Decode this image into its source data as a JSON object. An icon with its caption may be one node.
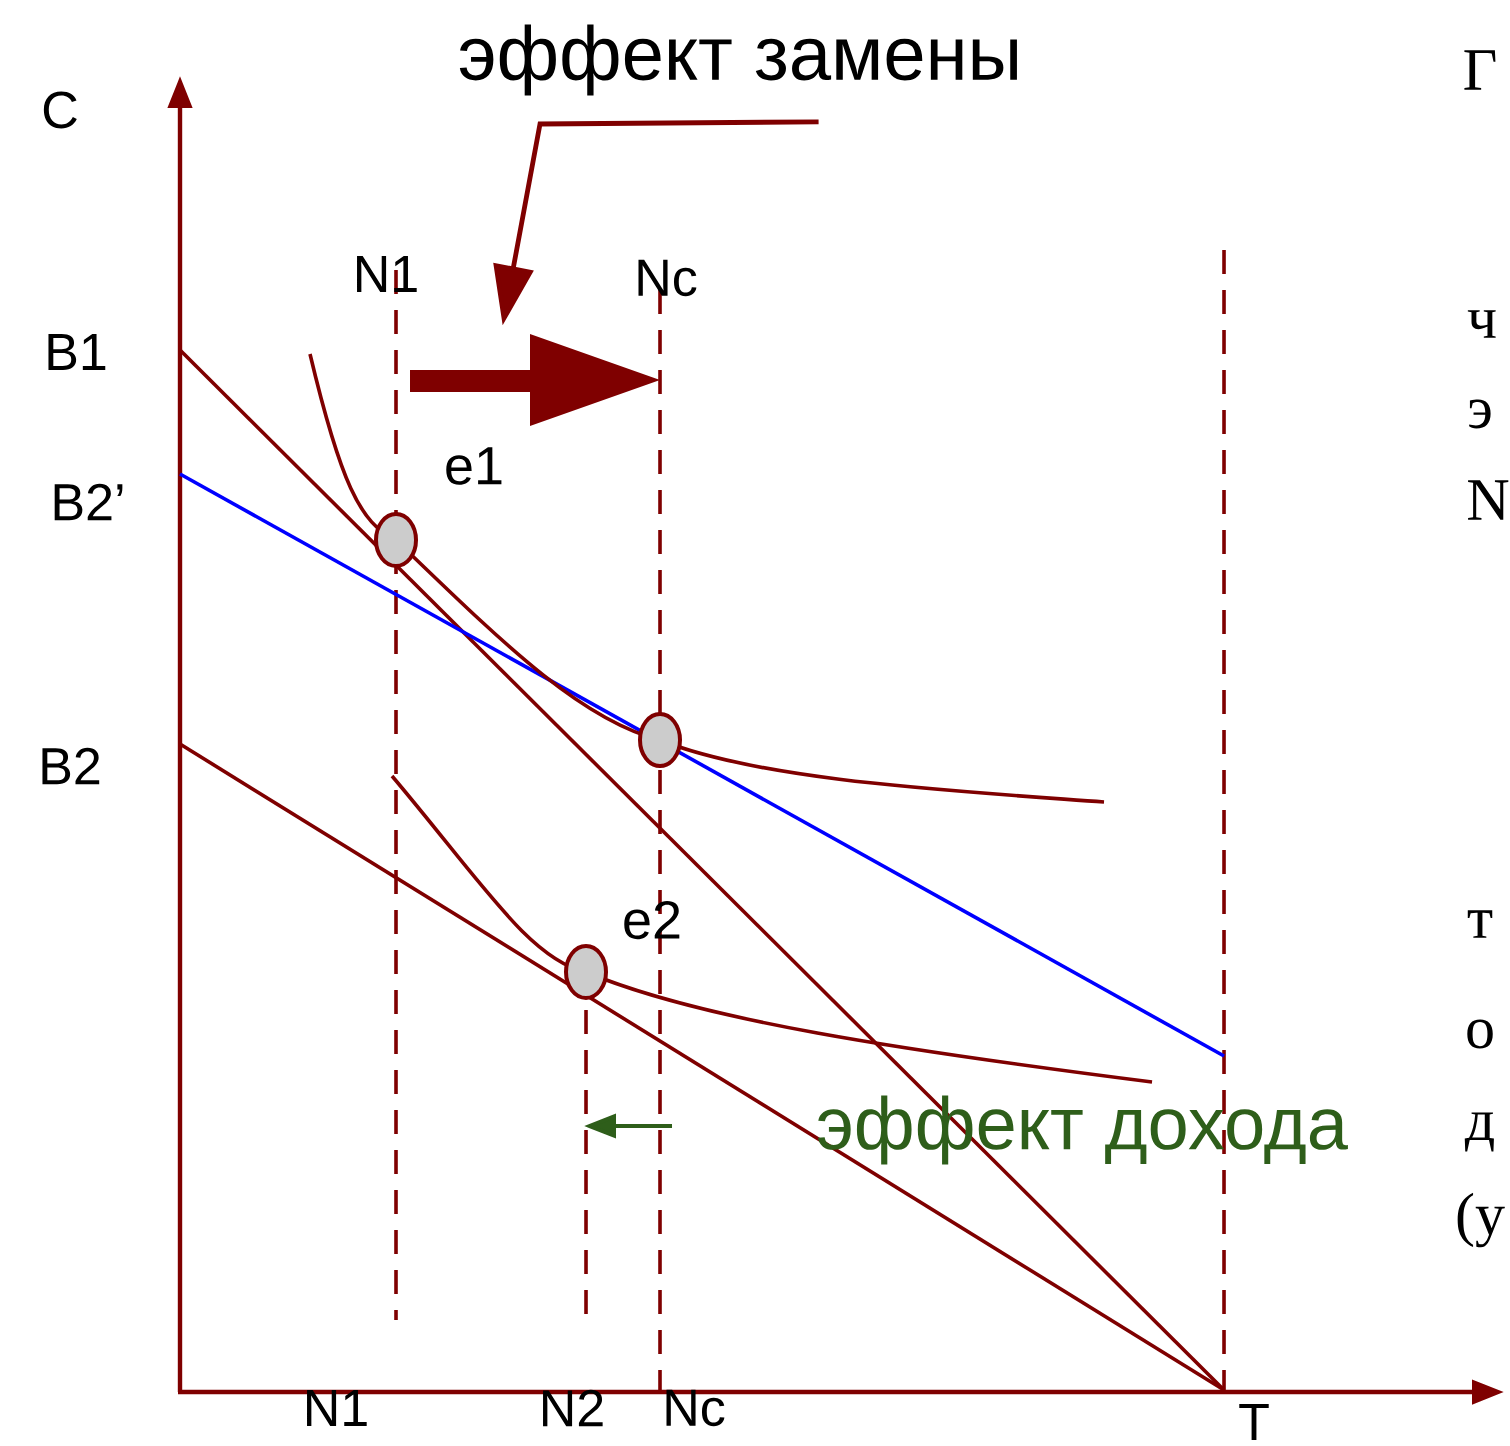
{
  "diagram": {
    "nodes": [
      {
        "text": [
          "эффект замены"
        ]
      },
      {
        "text": [],
        "shape": "arrow"
      },
      {
        "text": [],
        "shape": "circle",
        "beside": [
          "e1"
        ]
      },
      {
        "text": [],
        "shape": "circle"
      },
      {
        "text": [],
        "shape": "circle",
        "beside": [
          "e2"
        ]
      }
    ],
    "edges": [
      {
        "from": 0,
        "to": 1,
        "arrow": "to"
      }
    ],
    "labels": [
      "C",
      "Г",
      "N1",
      "Nc",
      "B1",
      "ч",
      "э",
      "B2’",
      "N",
      "B2",
      "т",
      "о",
      "эффект дохода",
      "д",
      "(у",
      "N1",
      "N2",
      "Nc",
      "T"
    ]
  }
}
